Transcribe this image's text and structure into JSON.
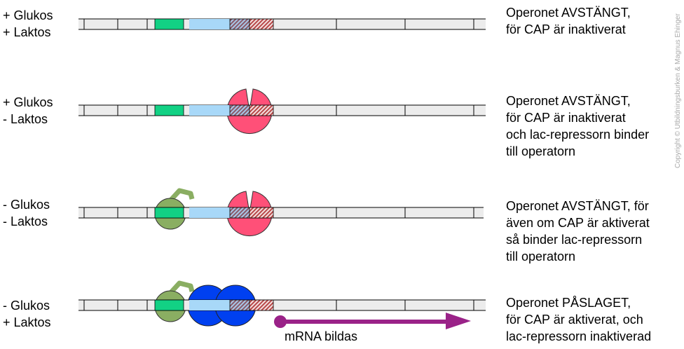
{
  "rows": [
    {
      "condition": [
        "+ Glukos",
        "+ Laktos"
      ],
      "description": [
        "Operonet AVSTÄNGT,",
        "för CAP är inaktiverat"
      ],
      "cap_bound": false,
      "repressor_bound": false,
      "polymerase_bound": false
    },
    {
      "condition": [
        "+ Glukos",
        "- Laktos"
      ],
      "description": [
        "Operonet AVSTÄNGT,",
        "för CAP är inaktiverat",
        "och lac-repressorn binder",
        "till operatorn"
      ],
      "cap_bound": false,
      "repressor_bound": true,
      "polymerase_bound": false
    },
    {
      "condition": [
        "- Glukos",
        "- Laktos"
      ],
      "description": [
        "Operonet AVSTÄNGT, för",
        "även om CAP är aktiverat",
        "så binder lac-repressorn",
        "till operatorn"
      ],
      "cap_bound": true,
      "repressor_bound": true,
      "polymerase_bound": false
    },
    {
      "condition": [
        "- Glukos",
        "+ Laktos"
      ],
      "description": [
        "Operonet PÅSLAGET,",
        "för CAP är aktiverat, och",
        "lac-repressorn inaktiverad"
      ],
      "cap_bound": true,
      "repressor_bound": false,
      "polymerase_bound": true
    }
  ],
  "mrna_label": "mRNA bildas",
  "copyright": "Copyright © Utbildningsburken & Magnus Ehinger",
  "colors": {
    "cap_site": "#12d184",
    "promoter": "#a8d8f8",
    "repressor": "#ff5078",
    "cap": "#8aae62",
    "polymerase": "#0040f0",
    "mrna": "#9a2288",
    "dna": "#ececec"
  }
}
